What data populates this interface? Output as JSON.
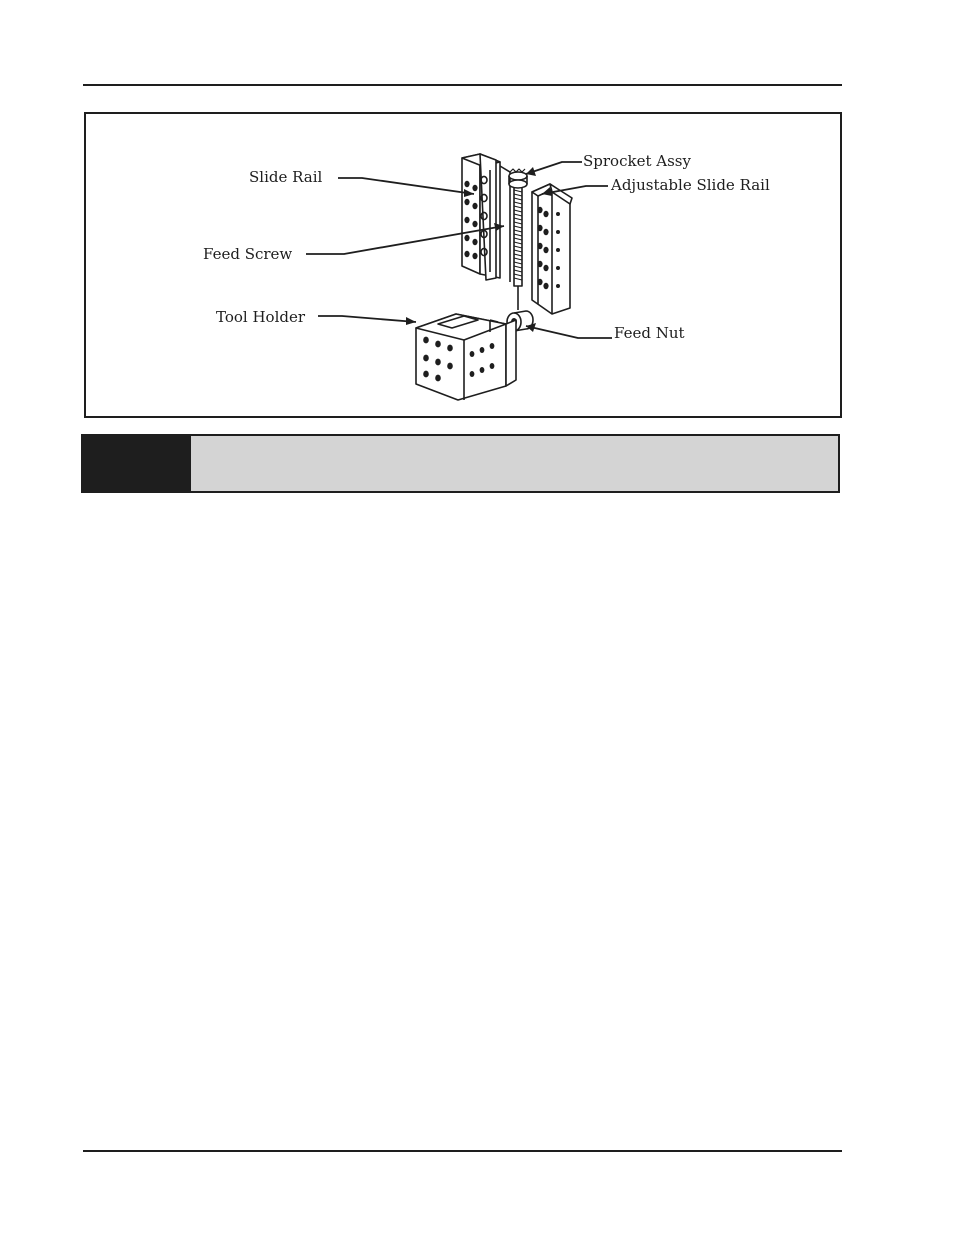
{
  "figure": {
    "callouts": {
      "slide_rail": "Slide Rail",
      "feed_screw": "Feed Screw",
      "tool_holder": "Tool Holder",
      "sprocket_assy": "Sprocket Assy",
      "adjustable_slide_rail": "Adjustable Slide Rail",
      "feed_nut": "Feed Nut"
    }
  },
  "colors": {
    "ink": "#1e1e1e",
    "caption_bar": "#d4d4d4"
  }
}
